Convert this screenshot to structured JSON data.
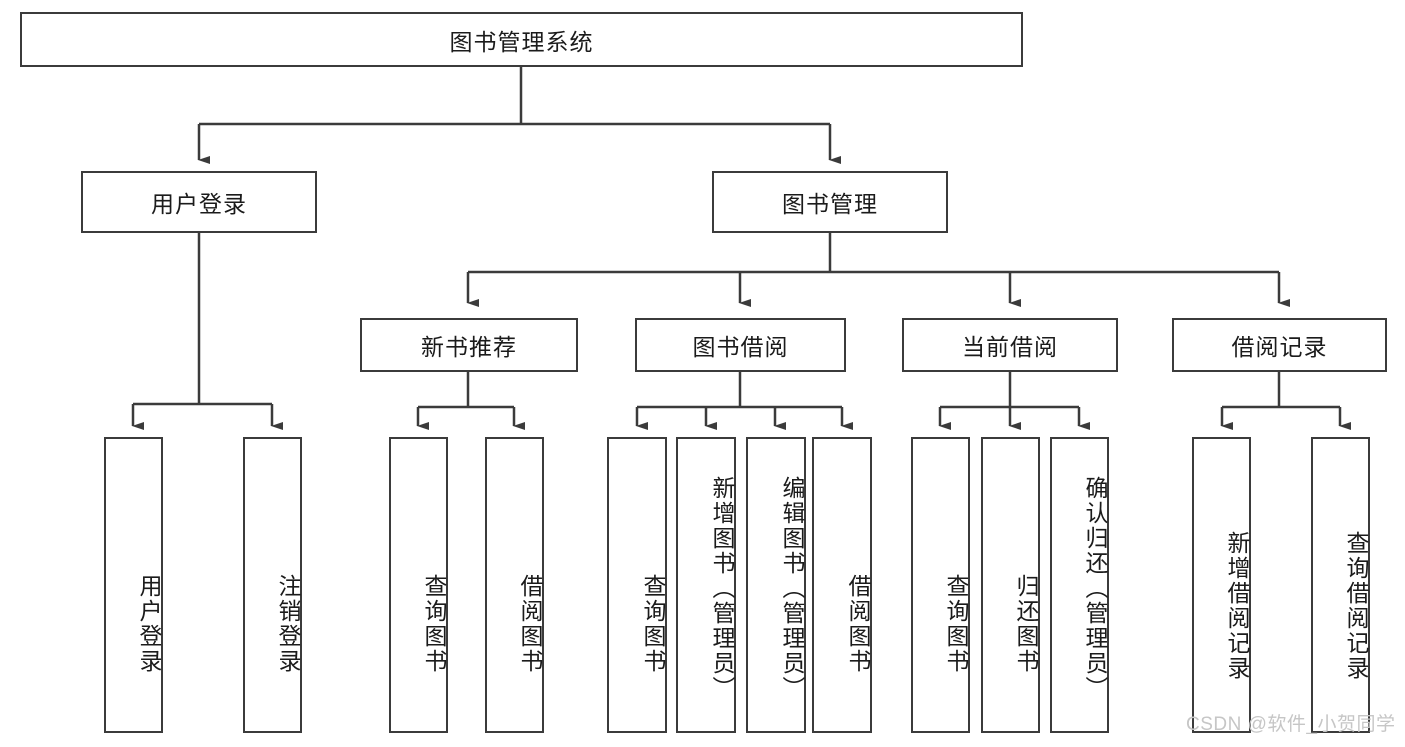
{
  "diagram": {
    "title": "图书管理系统",
    "type": "hierarchy-tree",
    "root": {
      "label": "图书管理系统"
    },
    "level2": [
      {
        "label": "用户登录"
      },
      {
        "label": "图书管理"
      }
    ],
    "level3": [
      {
        "label": "新书推荐"
      },
      {
        "label": "图书借阅"
      },
      {
        "label": "当前借阅"
      },
      {
        "label": "借阅记录"
      }
    ],
    "leaves": {
      "user_login": [
        {
          "label": "用户登录"
        },
        {
          "label": "注销登录"
        }
      ],
      "new_book_recommend": [
        {
          "label": "查询图书"
        },
        {
          "label": "借阅图书"
        }
      ],
      "book_borrow": [
        {
          "label": "查询图书"
        },
        {
          "label": "新增图书（管理员）"
        },
        {
          "label": "编辑图书（管理员）"
        },
        {
          "label": "借阅图书"
        }
      ],
      "current_borrow": [
        {
          "label": "查询图书"
        },
        {
          "label": "归还图书"
        },
        {
          "label": "确认归还（管理员）"
        }
      ],
      "borrow_record": [
        {
          "label": "新增借阅记录"
        },
        {
          "label": "查询借阅记录"
        }
      ]
    }
  },
  "watermark": {
    "text": "CSDN @软件_小贺同学"
  },
  "colors": {
    "box_border": "#3b3b3b",
    "box_fill": "#ffffff",
    "line": "#3b3b3b",
    "text": "#1b1b1b",
    "watermark": "#c6c6c6"
  }
}
